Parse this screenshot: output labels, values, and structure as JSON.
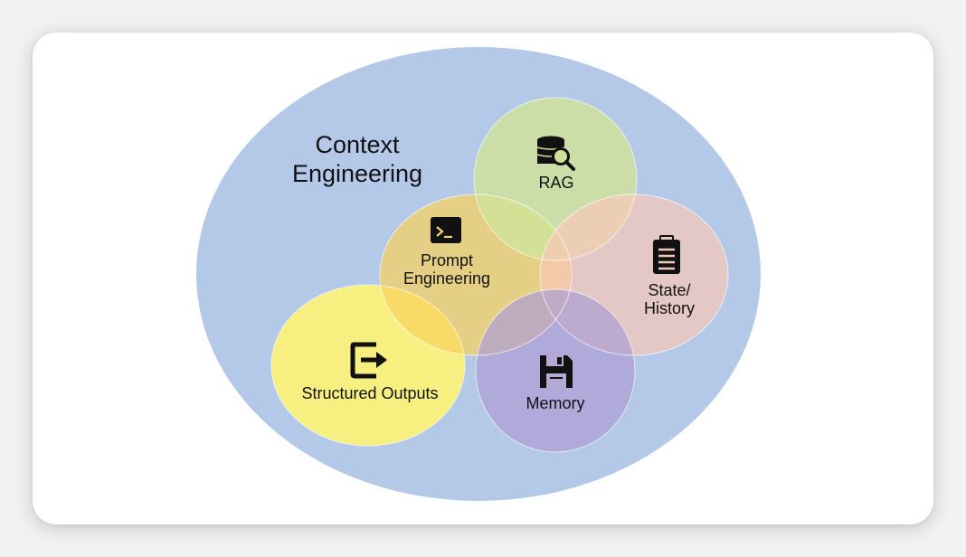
{
  "diagram": {
    "title_lines": [
      "Context",
      "Engineering"
    ],
    "circles": {
      "rag": {
        "label_lines": [
          "RAG"
        ],
        "icon": "database-search-icon",
        "color": "#cfe09a"
      },
      "prompt": {
        "label_lines": [
          "Prompt",
          "Engineering"
        ],
        "icon": "terminal-icon",
        "color": "#f6d46c"
      },
      "state": {
        "label_lines": [
          "State/",
          "History"
        ],
        "icon": "clipboard-icon",
        "color": "#f2c9bd"
      },
      "memory": {
        "label_lines": [
          "Memory"
        ],
        "icon": "floppy-disk-icon",
        "color": "#b6a9d6"
      },
      "structured": {
        "label_lines": [
          "Structured Outputs"
        ],
        "icon": "exit-arrow-icon",
        "color": "#fbf17a"
      }
    },
    "outer_color": "#b4c9e8"
  }
}
